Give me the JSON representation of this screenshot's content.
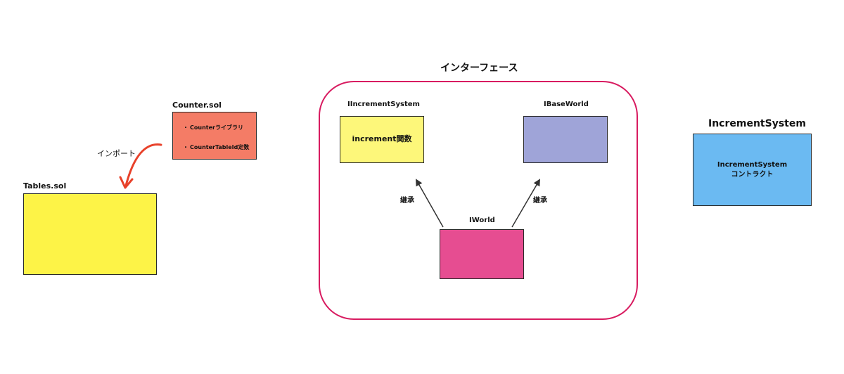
{
  "interface_group": {
    "title": "インターフェース",
    "border_color": "#d81b60"
  },
  "counter": {
    "title": "Counter.sol",
    "color": "#f47c66",
    "items": [
      "Counterライブラリ",
      "CounterTableId定数"
    ],
    "bullet": "・"
  },
  "import_arrow": {
    "label": "インポート",
    "color": "#e8412a"
  },
  "tables": {
    "title": "Tables.sol",
    "color": "#fdf347"
  },
  "iincrement_system": {
    "title": "IIncrementSystem",
    "content": "increment関数",
    "color": "#fdf77a"
  },
  "ibase_world": {
    "title": "IBaseWorld",
    "color": "#9fa4d8"
  },
  "iworld": {
    "title": "IWorld",
    "color": "#e64d91"
  },
  "inherit_labels": {
    "left": "継承",
    "right": "継承"
  },
  "increment_system": {
    "title": "IncrementSystem",
    "content_line1": "IncrementSystem",
    "content_line2": "コントラクト",
    "color": "#6bbaf2"
  }
}
